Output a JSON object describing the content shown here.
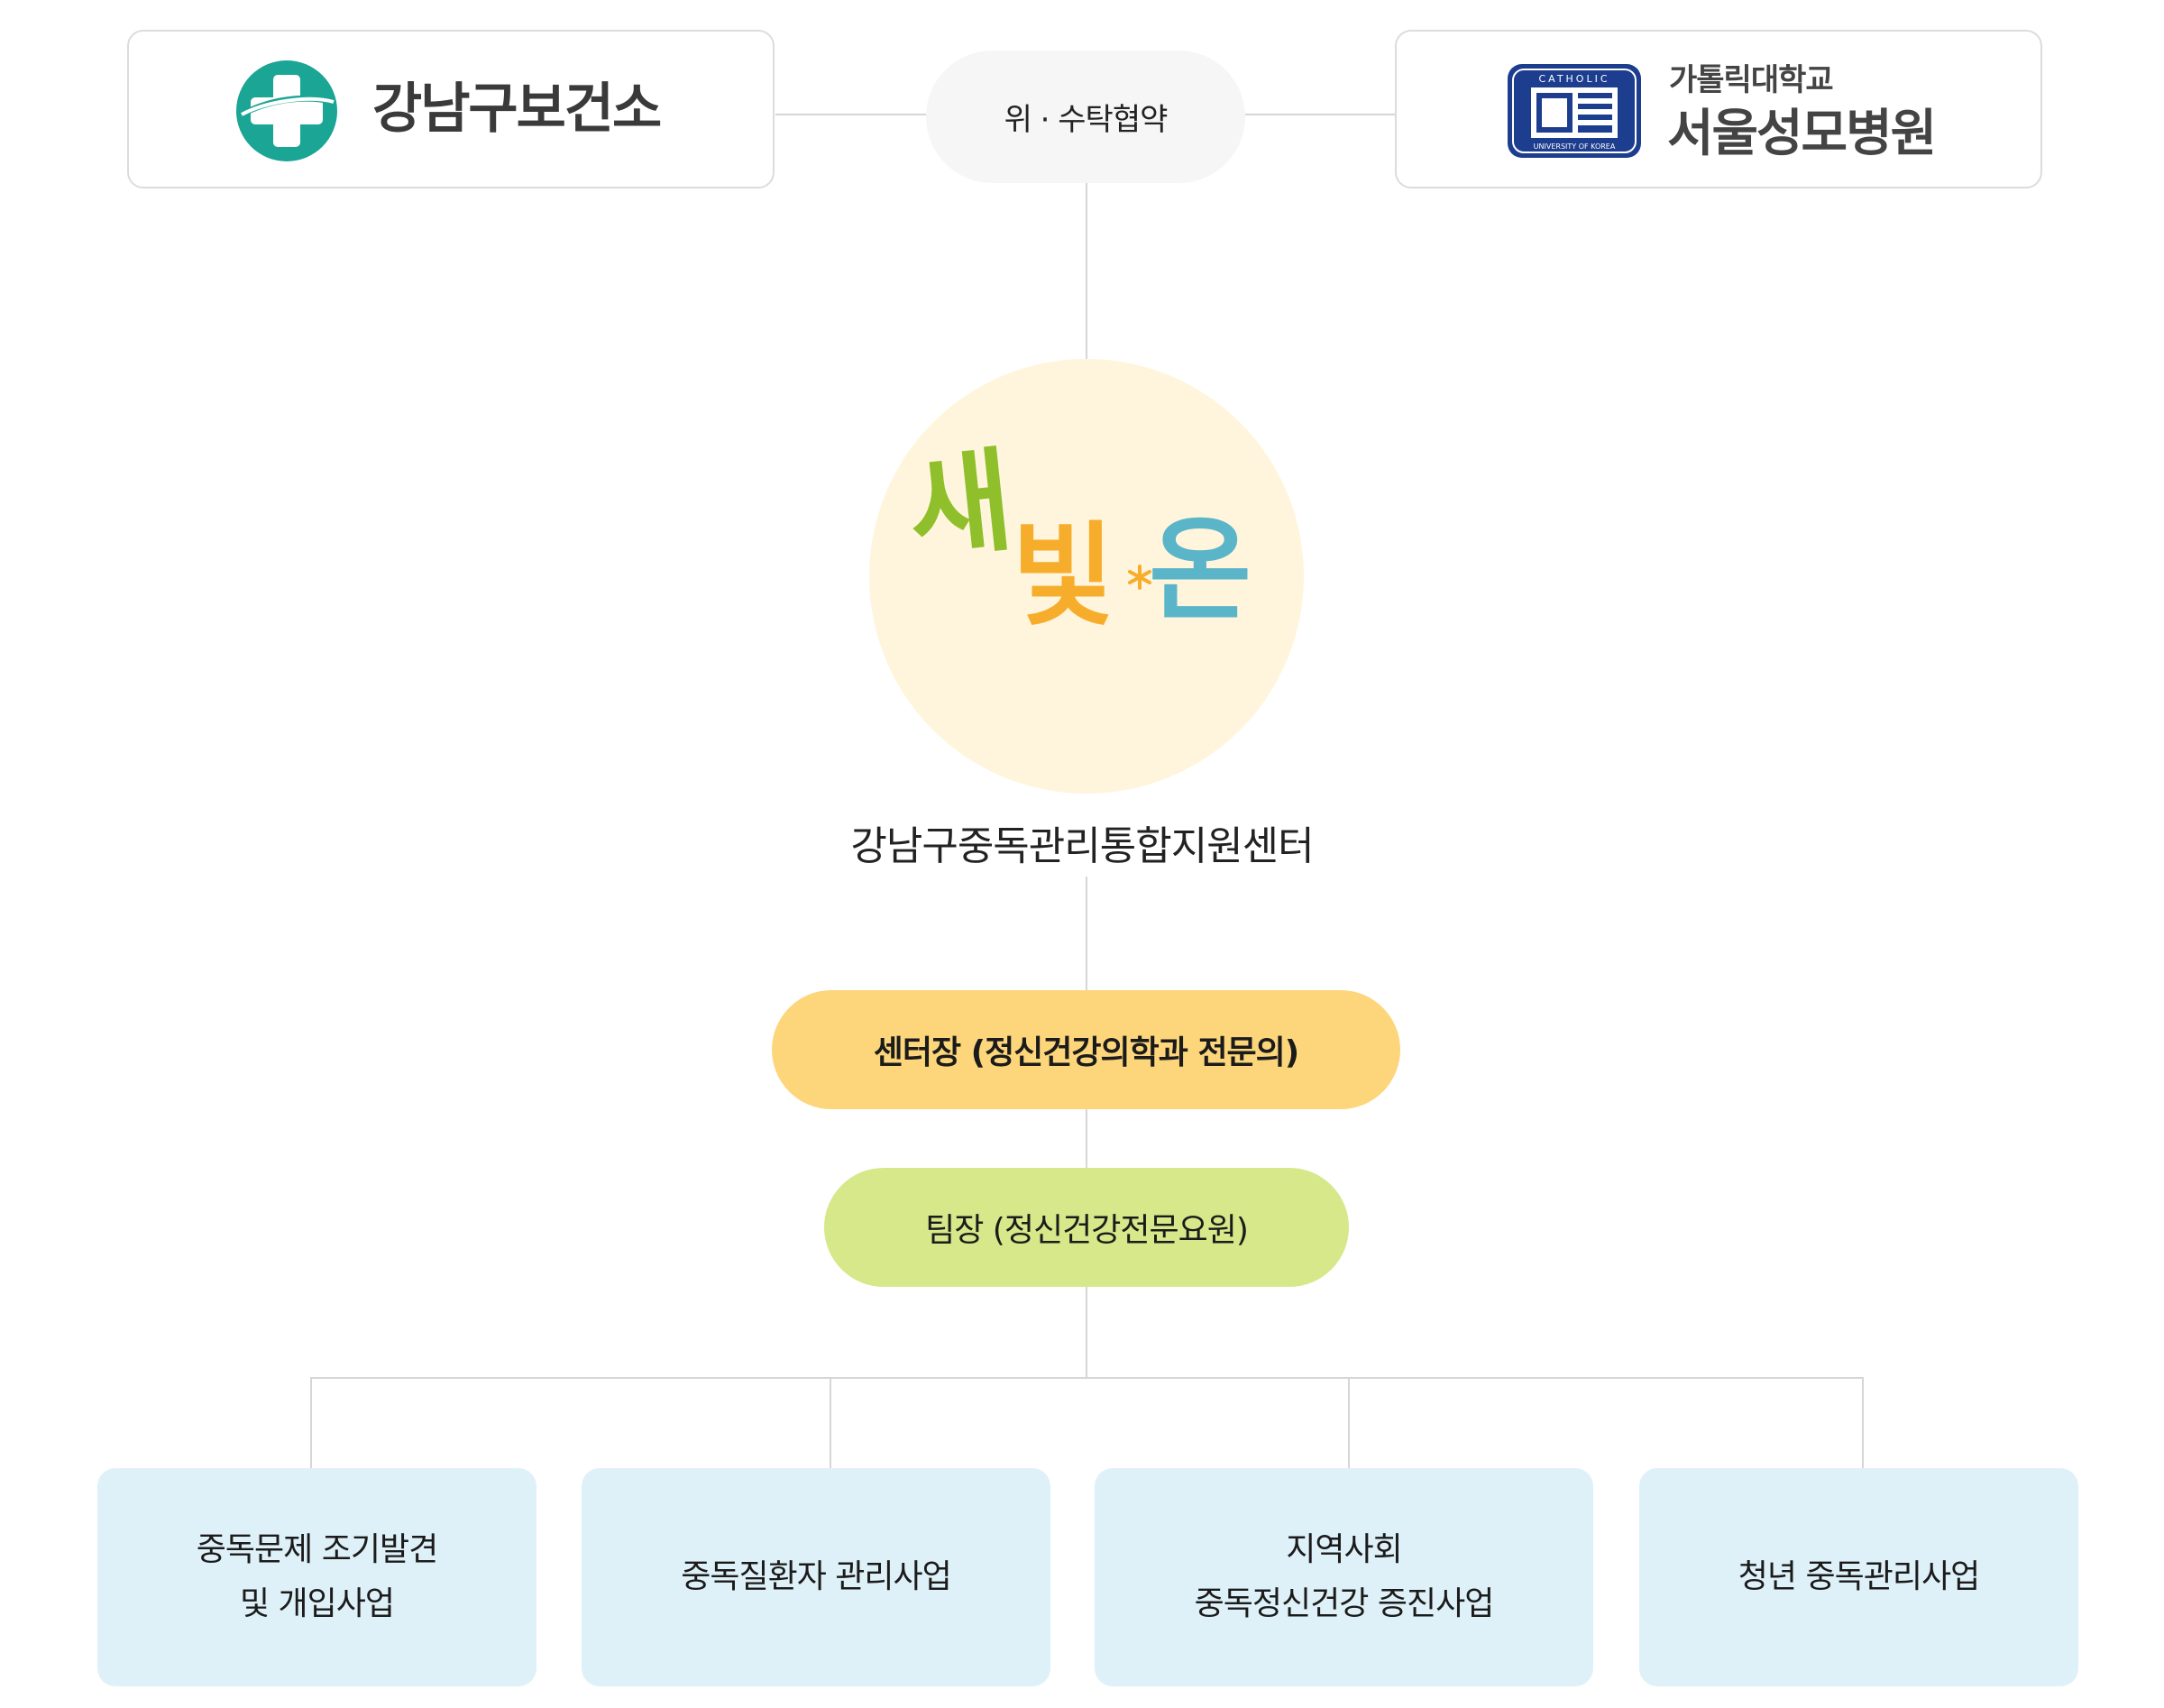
{
  "partners": {
    "left": {
      "name": "강남구보건소"
    },
    "right": {
      "name_top": "가톨릭대학교",
      "name_main": "서울성모병원",
      "emblem_top_text": "CATHOLIC",
      "emblem_bottom_text": "UNIVERSITY OF KOREA"
    },
    "agreement_label": "위 · 수탁협약"
  },
  "center": {
    "logo": {
      "syllables": [
        "새",
        "빛",
        "온"
      ],
      "colors": [
        "#8fbf2a",
        "#f7ad2c",
        "#5bb5c9"
      ]
    },
    "name": "강남구중독관리통합지원센터"
  },
  "roles": {
    "director": "센터장 (정신건강의학과 전문의)",
    "leader": "팀장 (정신건강전문요원)"
  },
  "departments": [
    {
      "lines": [
        "중독문제 조기발견",
        "및 개입사업"
      ]
    },
    {
      "lines": [
        "중독질환자 관리사업"
      ]
    },
    {
      "lines": [
        "지역사회",
        "중독정신건강 증진사업"
      ]
    },
    {
      "lines": [
        "청년 중독관리사업"
      ]
    }
  ],
  "colors": {
    "left_logo_green": "#1aa595",
    "right_emblem_navy": "#1d3d8f",
    "director_pill": "#fdd67b",
    "leader_pill": "#d6e889",
    "department_box": "#dff1f8",
    "logo_circle_bg": "#fff5dc",
    "connector": "#d6d6d6"
  }
}
